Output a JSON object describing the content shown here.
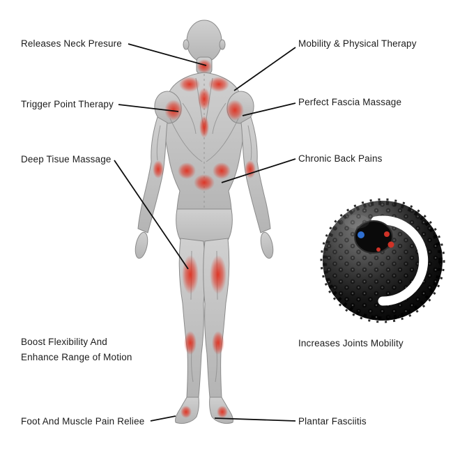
{
  "annotations": {
    "releases_neck": "Releases Neck Presure",
    "mobility_physical": "Mobility & Physical Therapy",
    "trigger_point": "Trigger Point Therapy",
    "perfect_fascia": "Perfect Fascia Massage",
    "deep_tissue": "Deep Tisue Massage",
    "chronic_back": "Chronic Back Pains",
    "boost_flex_line1": "Boost Flexibility And",
    "boost_flex_line2": "Enhance Range of Motion",
    "joints_mobility": "Increases Joints Mobility",
    "foot_muscle": "Foot And Muscle Pain Reliee",
    "plantar_fasciitis": "Plantar Fasciitis"
  },
  "colors": {
    "highlight_red": "#e0301f",
    "callout_line": "#0d0d0d",
    "body_gray": "#c4c4c4",
    "ball_black": "#151515",
    "ball_accent_blue": "#2f6fd0",
    "ball_accent_red": "#cf3227",
    "crescent_white": "#ffffff"
  }
}
